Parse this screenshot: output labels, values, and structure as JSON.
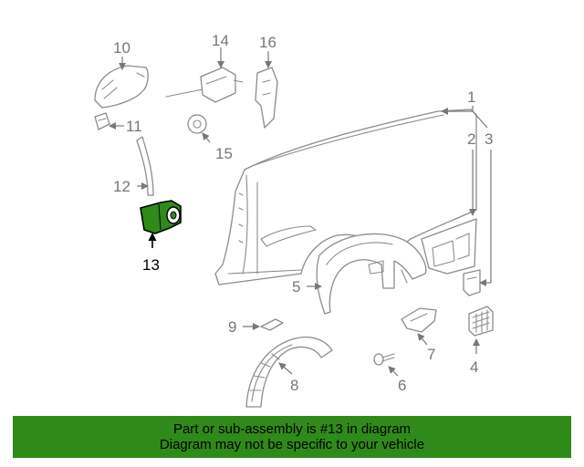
{
  "diagram": {
    "callouts": {
      "c1": "1",
      "c2": "2",
      "c3": "3",
      "c4": "4",
      "c5": "5",
      "c6": "6",
      "c7": "7",
      "c8": "8",
      "c9": "9",
      "c10": "10",
      "c11": "11",
      "c12": "12",
      "c13": "13",
      "c14": "14",
      "c15": "15",
      "c16": "16"
    },
    "highlight_color": "#2f8a1a"
  },
  "banner": {
    "line1": "Part or sub-assembly is #13 in diagram",
    "line2": "Diagram may not be specific to your vehicle",
    "background": "#2f8a1a"
  }
}
